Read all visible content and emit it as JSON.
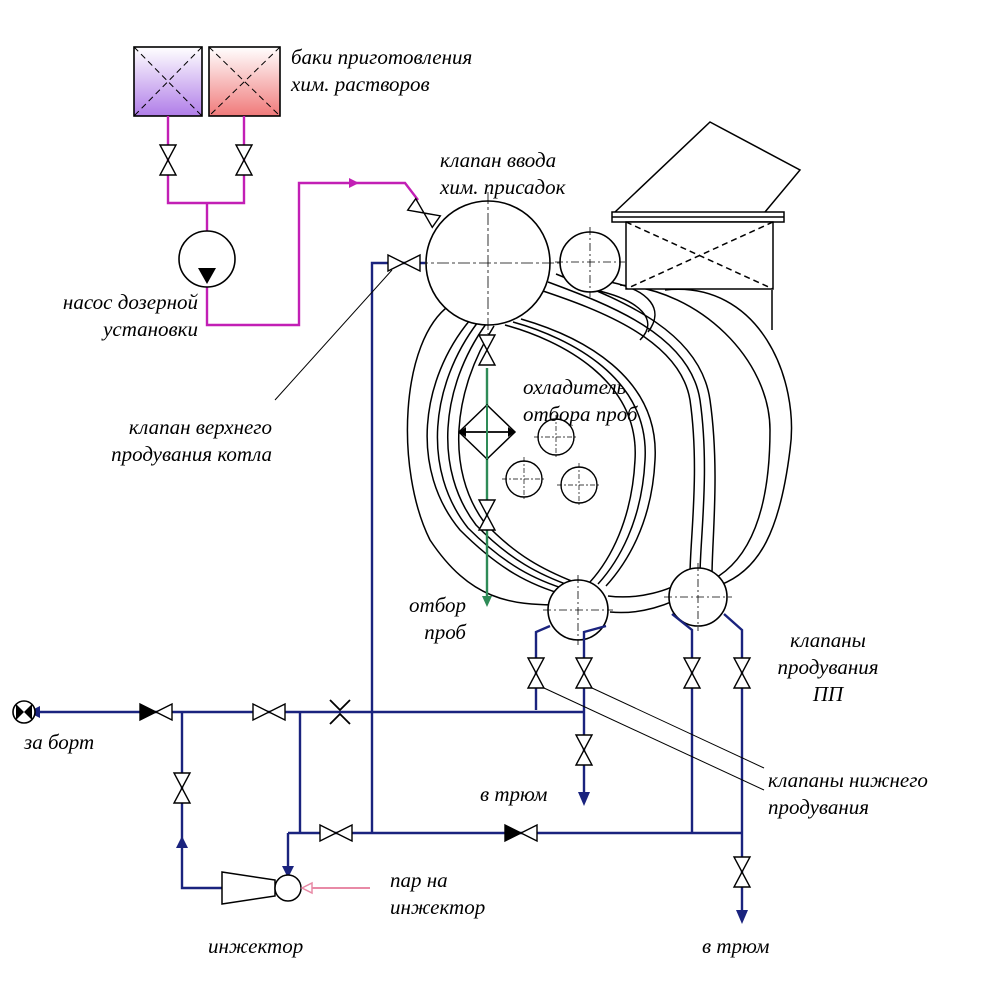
{
  "labels": {
    "tanks": [
      "баки приготовления",
      "хим. растворов"
    ],
    "chem_valve": [
      "клапан ввода",
      "хим. присадок"
    ],
    "pump": [
      "насос дозерной",
      "установки"
    ],
    "cooler": [
      "охладитель",
      "отбора проб"
    ],
    "top_blowdown": [
      "клапан верхнего",
      "продувания котла"
    ],
    "sample": [
      "отбор",
      "проб"
    ],
    "pp_valves": [
      "клапаны",
      "продувания",
      "ПП"
    ],
    "bottom_valves": [
      "клапаны нижнего",
      "продувания"
    ],
    "overboard": "за борт",
    "bilge_mid": "в трюм",
    "bilge_right": "в трюм",
    "steam": [
      "пар на",
      "инжектор"
    ],
    "injector": "инжектор"
  },
  "colors": {
    "dosing_line": "#c21fb5",
    "blowdown_line": "#1a237e",
    "sample_line": "#2e8b57",
    "steam_line": "#e88aa6",
    "tank_violet": "#b07de8",
    "tank_red": "#f07a7a"
  }
}
